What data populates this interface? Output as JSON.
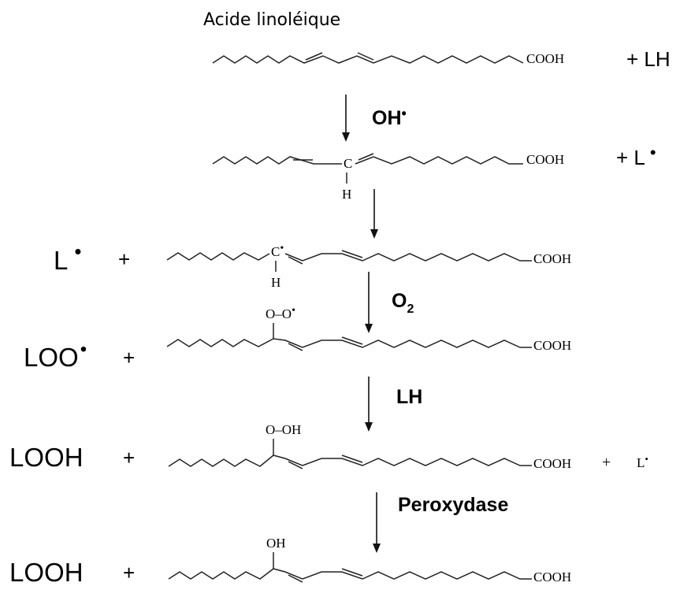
{
  "title": "Acide linoléique",
  "rows": [
    {
      "left_label": "",
      "right_label": "+ LH",
      "chain_end": "COOH"
    },
    {
      "left_label": "",
      "right_label": "+ L",
      "chain_end": "COOH",
      "atom": "C",
      "sub_atom": "H"
    },
    {
      "left_label": "L",
      "chain_end": "COOH",
      "atom": "C",
      "sub_atom": "H"
    },
    {
      "left_label": "LOO",
      "chain_end": "COOH",
      "group": "O–O"
    },
    {
      "left_label": "LOOH",
      "right_label": "L",
      "chain_end": "COOH",
      "group": "O–OH"
    },
    {
      "left_label": "LOOH",
      "chain_end": "COOH",
      "group": "OH"
    }
  ],
  "plus": "+",
  "reagents": [
    "OH",
    "O",
    "LH",
    "Peroxydase"
  ],
  "o2_subscript": "2",
  "radical_dot": "•"
}
